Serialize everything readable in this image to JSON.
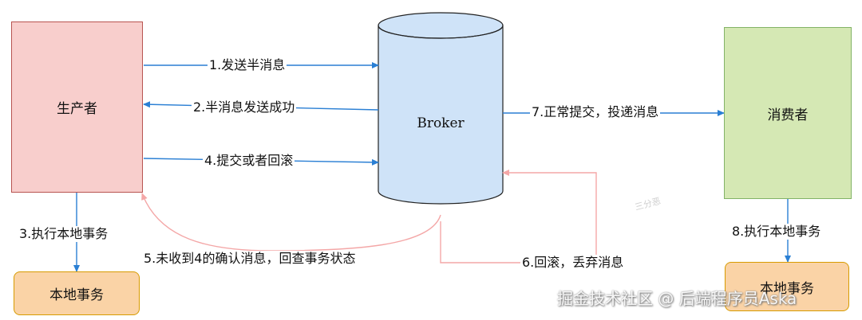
{
  "nodes": {
    "producer": "生产者",
    "broker": "Broker",
    "consumer": "消费者",
    "local_tx_left": "本地事务",
    "local_tx_right": "本地事务"
  },
  "edges": {
    "e1": "1.发送半消息",
    "e2": "2.半消息发送成功",
    "e3": "3.执行本地事务",
    "e4": "4.提交或者回滚",
    "e5": "5.未收到4的确认消息，回查事务状态",
    "e6": "6.回滚，丢弃消息",
    "e7": "7.正常提交，投递消息",
    "e8": "8.执行本地事务"
  },
  "stamp": "三分恶",
  "watermark": "掘金技术社区 @ 后端程序员Aska",
  "colors": {
    "blue_arrow": "#2a7fd4",
    "pink_arrow": "#f4a7a7",
    "producer_fill": "#f8cecc",
    "consumer_fill": "#d5e8b4",
    "broker_fill": "#cfe3f8",
    "local_tx_fill": "#fad3a6"
  }
}
